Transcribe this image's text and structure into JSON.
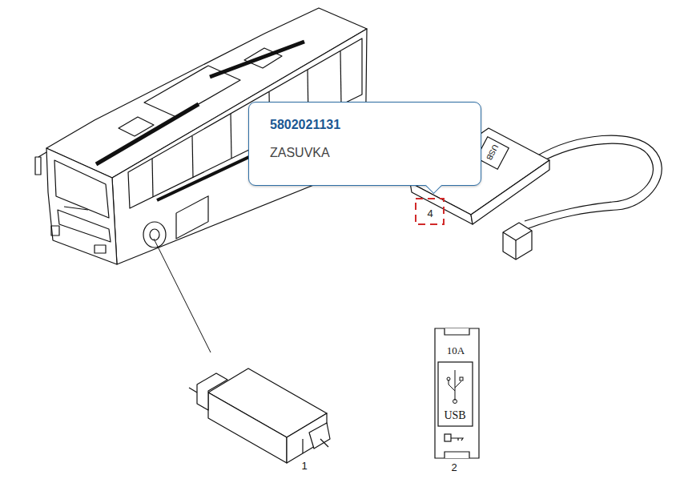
{
  "diagram": {
    "nodes": [
      {
        "text": [
          "5802021131",
          "ZASUVKA"
        ]
      }
    ],
    "labels": [
      "4",
      "1",
      "2",
      "10A",
      "USB",
      "USB"
    ]
  }
}
